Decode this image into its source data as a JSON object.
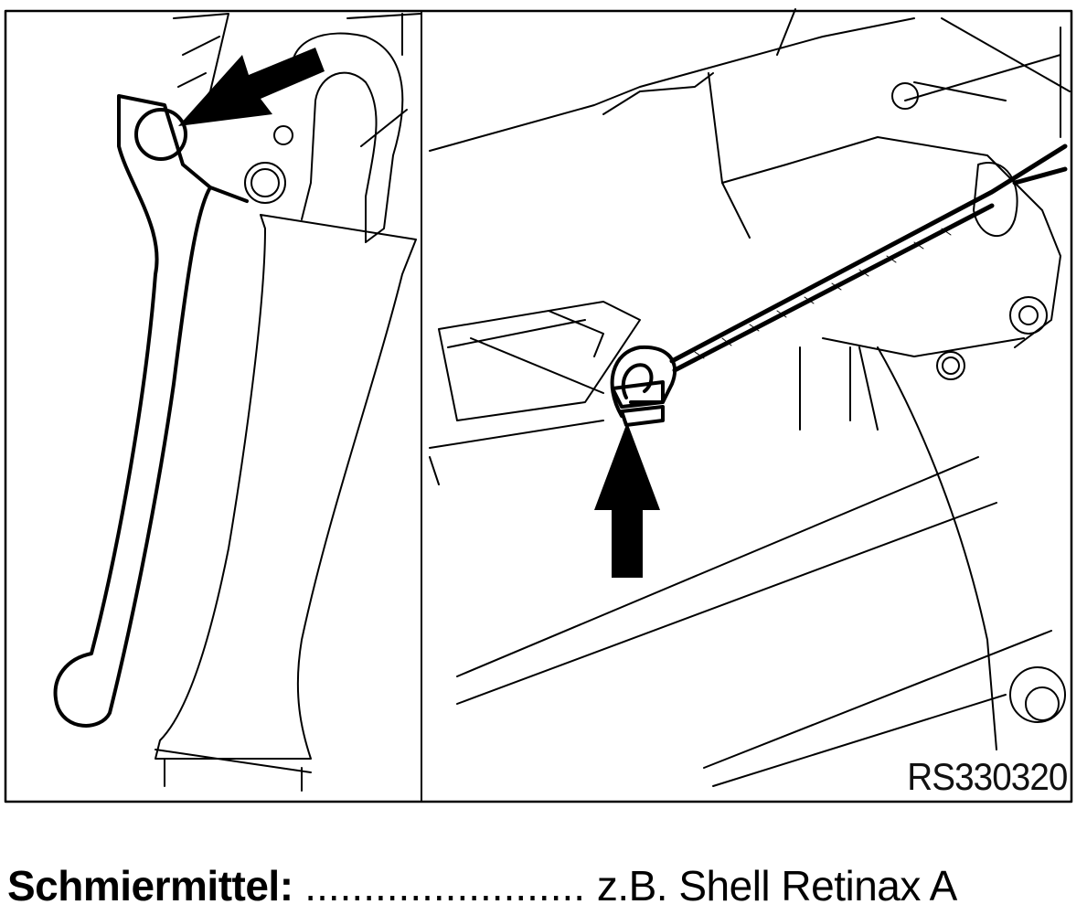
{
  "figure": {
    "code": "RS330320",
    "panels": [
      "lever-detail",
      "cable-clip-detail"
    ]
  },
  "caption": {
    "label": "Schmiermittel:",
    "leader": " ........................ ",
    "value": "z.B. Shell Retinax A"
  }
}
